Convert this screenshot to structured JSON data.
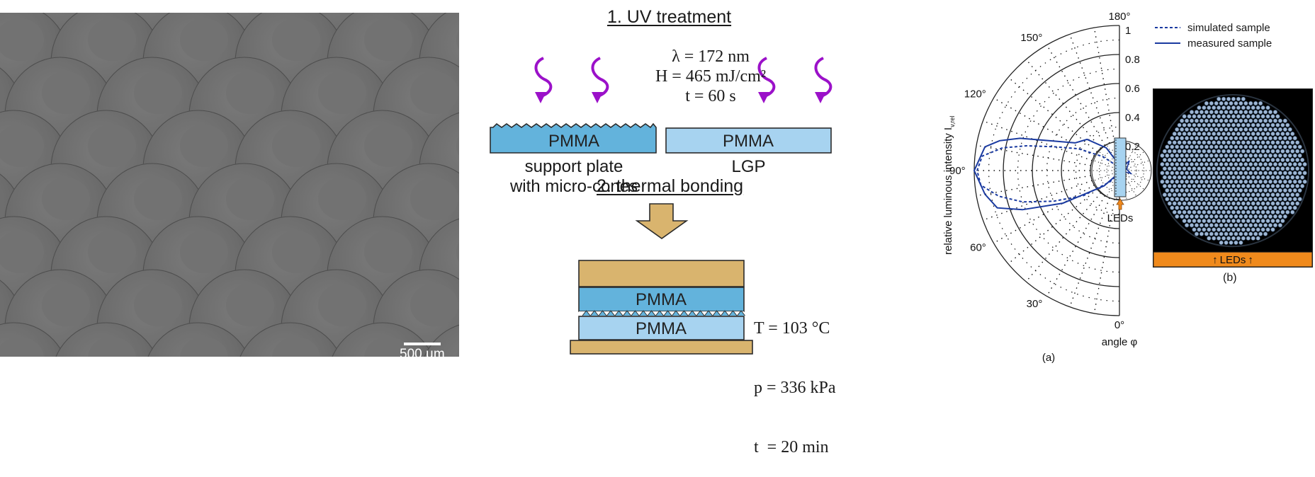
{
  "figure": {
    "sem_panel": {
      "scale_bar_label": "500 µm",
      "description": "SEM image of micro-cone array"
    },
    "process": {
      "step1_title": "1. UV treatment",
      "uv_params": [
        "λ = 172 nm",
        "H = 465 mJ/cm²",
        "t = 60 s"
      ],
      "support_plate_material": "PMMA",
      "lgp_material": "PMMA",
      "support_plate_caption": [
        "support plate",
        "with micro-cones"
      ],
      "lgp_caption": "LGP",
      "step2_title": "2. thermal bonding",
      "bond_top_material": "PMMA",
      "bond_bottom_material": "PMMA",
      "bond_params": [
        "T = 103 °C",
        "p = 336 kPa",
        "t  = 20 min"
      ]
    },
    "panel_a_label": "(a)",
    "panel_b_label": "(b)",
    "photo_b": {
      "leds_label": "LEDs"
    },
    "colors": {
      "uv_arrow": "#9b11c9",
      "pmma_dark": "#63b3dc",
      "pmma_light": "#a7d3f0",
      "press_plate": "#d9b46e",
      "curve": "#1a3aa0",
      "led_orange": "#f08a1c"
    }
  },
  "chart_data": {
    "type": "polar",
    "title": "",
    "xlabel": "angle φ",
    "ylabel": "relative luminous intensity I_v,rel",
    "ylabel_main": "relative luminous intensity I",
    "ylabel_sub": "v,rel",
    "angle_range_deg": [
      0,
      180
    ],
    "angle_ticks": [
      "0°",
      "30°",
      "60°",
      "90°",
      "120°",
      "150°",
      "180°"
    ],
    "angle_tick_values": [
      0,
      30,
      60,
      90,
      120,
      150,
      180
    ],
    "radial_range": [
      0,
      1
    ],
    "radial_ticks": [
      "0.2",
      "0.4",
      "0.6",
      "0.8",
      "1"
    ],
    "radial_tick_values": [
      0.2,
      0.4,
      0.6,
      0.8,
      1.0
    ],
    "grid": true,
    "legend_position": "top-right",
    "annotation": "LEDs",
    "series": [
      {
        "name": "simulated sample",
        "style": "dashed",
        "points": [
          {
            "angle": 20,
            "r": 0.02
          },
          {
            "angle": 40,
            "r": 0.1
          },
          {
            "angle": 55,
            "r": 0.3
          },
          {
            "angle": 65,
            "r": 0.5
          },
          {
            "angle": 72,
            "r": 0.7
          },
          {
            "angle": 78,
            "r": 0.85
          },
          {
            "angle": 84,
            "r": 0.96
          },
          {
            "angle": 90,
            "r": 0.98
          },
          {
            "angle": 96,
            "r": 0.95
          },
          {
            "angle": 101,
            "r": 0.82
          },
          {
            "angle": 105,
            "r": 0.66
          },
          {
            "angle": 110,
            "r": 0.48
          },
          {
            "angle": 118,
            "r": 0.32
          },
          {
            "angle": 130,
            "r": 0.15
          },
          {
            "angle": 150,
            "r": 0.04
          }
        ]
      },
      {
        "name": "measured sample",
        "style": "solid",
        "points": [
          {
            "angle": 20,
            "r": 0.02
          },
          {
            "angle": 45,
            "r": 0.15
          },
          {
            "angle": 60,
            "r": 0.45
          },
          {
            "angle": 68,
            "r": 0.72
          },
          {
            "angle": 73,
            "r": 0.88
          },
          {
            "angle": 80,
            "r": 0.94
          },
          {
            "angle": 90,
            "r": 1.0
          },
          {
            "angle": 100,
            "r": 0.94
          },
          {
            "angle": 104,
            "r": 0.85
          },
          {
            "angle": 108,
            "r": 0.72
          },
          {
            "angle": 114,
            "r": 0.5
          },
          {
            "angle": 122,
            "r": 0.36
          },
          {
            "angle": 134,
            "r": 0.31
          },
          {
            "angle": 150,
            "r": 0.18
          },
          {
            "angle": 165,
            "r": 0.06
          }
        ]
      }
    ]
  }
}
